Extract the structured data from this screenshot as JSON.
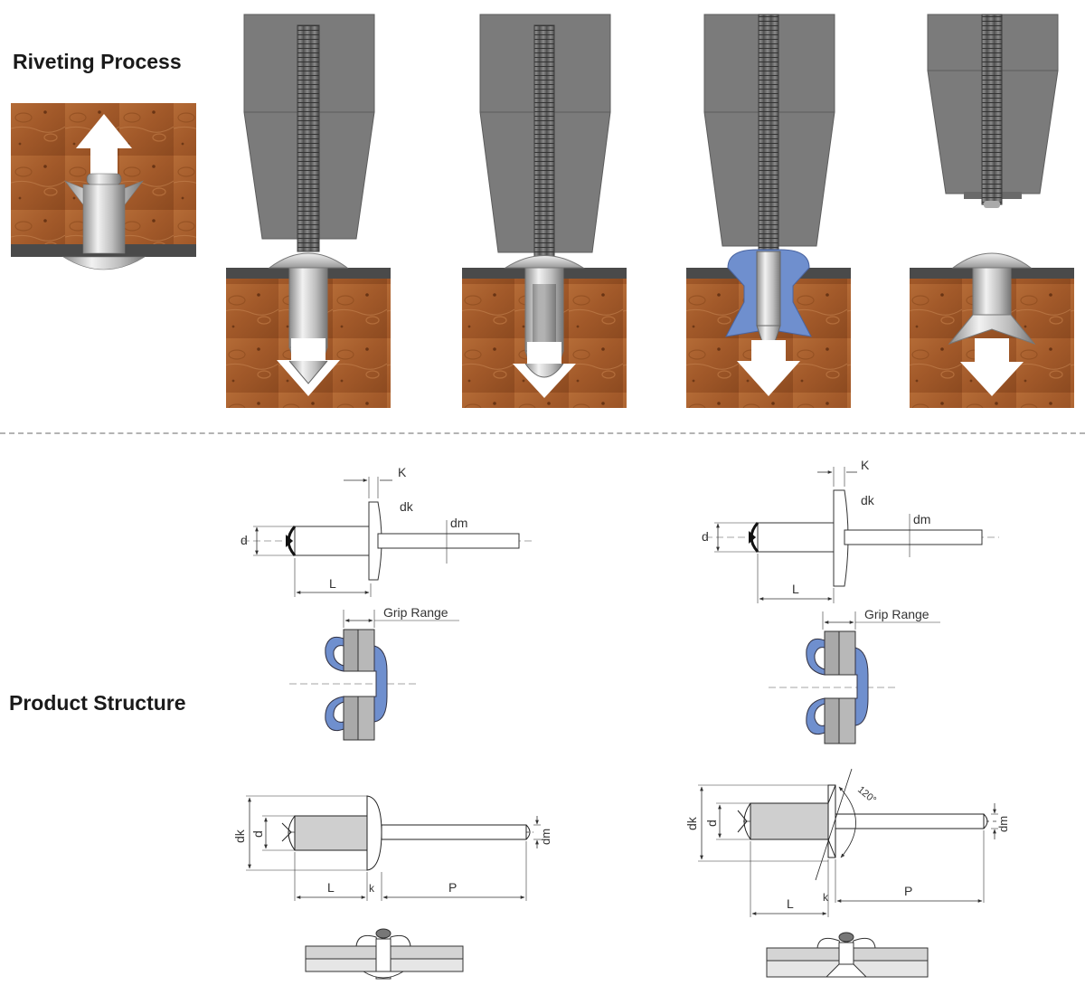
{
  "sections": {
    "process_title": "Riveting Process",
    "structure_title": "Product Structure"
  },
  "dimension_labels": {
    "k_upper": "K",
    "dk": "dk",
    "dm": "dm",
    "d": "d",
    "L": "L",
    "grip_range": "Grip Range",
    "P": "P",
    "k_lower": "k",
    "angle": "120°"
  },
  "colors": {
    "wood": "#a8602e",
    "wood_dark": "#7c3c16",
    "tool_gray": "#7b7b7b",
    "mandrel_gray": "#5e5e5e",
    "steel_plate": "#4a4a4a",
    "rivet_silver": "#c9c9c9",
    "blue_rivet_body": "#6f8fce",
    "arrow_white": "#ffffff"
  },
  "icons": {
    "process_arrows": "white-pull-arrow-icon",
    "rivet": "blind-rivet-icon"
  }
}
